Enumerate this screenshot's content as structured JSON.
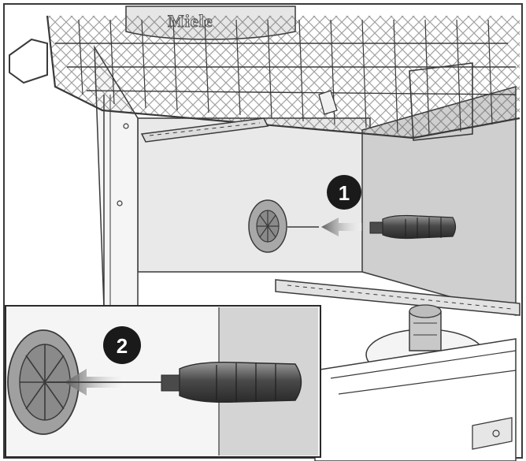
{
  "brand": "Miele",
  "steps": [
    {
      "number": "1",
      "description": ""
    },
    {
      "number": "2",
      "description": ""
    }
  ],
  "colors": {
    "line": "#3a3a3a",
    "panel_light": "#ededed",
    "panel_mid": "#d6d6d6",
    "panel_dark": "#bdbdbd",
    "badge": "#1a1a1a",
    "arrow": "#6e6e6e",
    "background": "#ffffff"
  },
  "icons": [
    "screwdriver-icon",
    "arrow-left-icon",
    "spray-arm-bearing-icon",
    "dishwasher-rack-icon"
  ]
}
